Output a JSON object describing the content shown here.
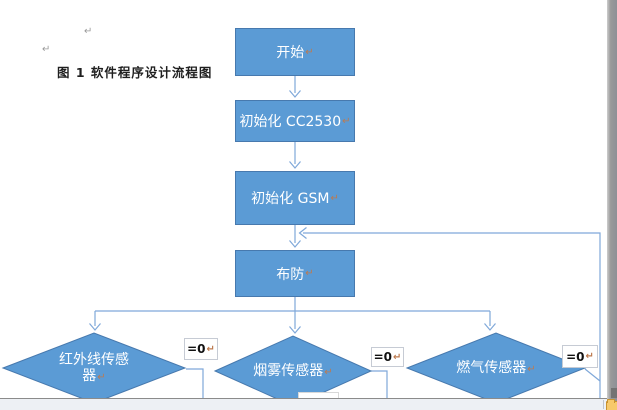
{
  "marks": {
    "pilcrow": "↵"
  },
  "caption": {
    "text": "图 1 软件程序设计流程图"
  },
  "flowchart": {
    "nodes": [
      {
        "id": "start",
        "label": "开始"
      },
      {
        "id": "init-cc2530",
        "label": "初始化 CC2530"
      },
      {
        "id": "init-gsm",
        "label": "初始化 GSM"
      },
      {
        "id": "arm",
        "label": "布防"
      },
      {
        "id": "infrared-sensor",
        "label_line1": "红外线传感",
        "label_line2": "器"
      },
      {
        "id": "smoke-sensor",
        "label": "烟雾传感器"
      },
      {
        "id": "gas-sensor",
        "label": "燃气传感器"
      }
    ],
    "condition_labels": [
      "=0",
      "=0",
      "=0"
    ],
    "colors": {
      "shape_fill": "#5b9bd5",
      "shape_border": "#4779ae",
      "connector": "#7fa8d9"
    }
  }
}
